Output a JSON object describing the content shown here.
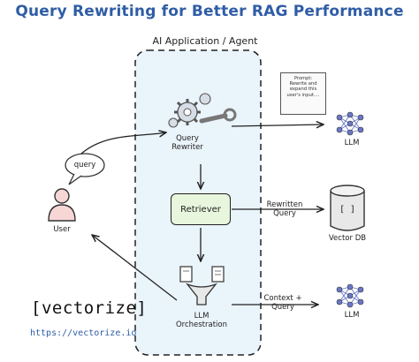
{
  "title": "Query Rewriting for Better RAG Performance",
  "agent_box_label": "AI Application / Agent",
  "nodes": {
    "query_bubble": "query",
    "user": "User",
    "query_rewriter": "Query\nRewriter",
    "retriever": "Retriever",
    "llm_orchestration": "LLM\nOrchestration",
    "llm_top": "LLM",
    "vector_db": "Vector DB",
    "vector_db_symbol": "[ ]",
    "llm_bottom": "LLM"
  },
  "prompt_note": "Prompt:\nRewrite and\nexpand this\nuser's input....",
  "edge_labels": {
    "rewritten_query": "Rewritten\nQuery",
    "context_query": "Context +\nQuery"
  },
  "brand": {
    "name": "[vectorize]",
    "url": "https://vectorize.io"
  },
  "colors": {
    "title": "#2f5da6",
    "agent_box_fill": "#eaf4fb",
    "retriever_fill": "#e7f6dd",
    "user_fill": "#f7d6d6",
    "neural_net": "#6a78c8"
  }
}
